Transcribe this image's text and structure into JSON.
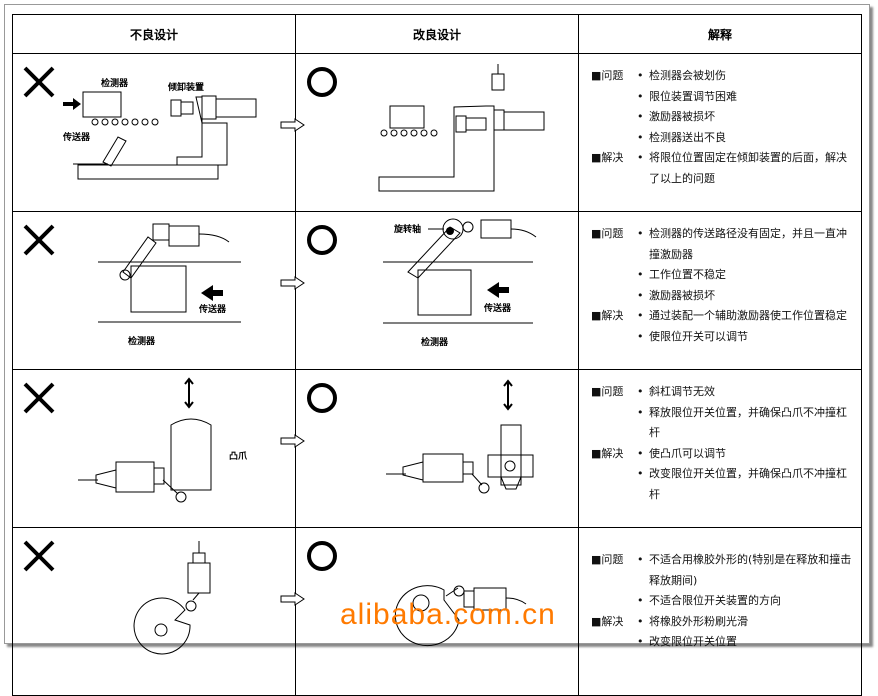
{
  "headers": {
    "bad": "不良设计",
    "good": "改良设计",
    "explain": "解释"
  },
  "labels": {
    "problem": "■问题",
    "solution": "■解决"
  },
  "diagram_labels": {
    "detector": "检测器",
    "dumper": "倾卸装置",
    "conveyor": "传送器",
    "pivot": "旋转轴",
    "cam": "凸爪"
  },
  "rows": [
    {
      "problems": [
        "检测器会被划伤",
        "限位装置调节困难",
        "激励器被损坏",
        "检测器送出不良"
      ],
      "solutions": [
        "将限位位置固定在倾卸装置的后面，解决了以上的问题"
      ]
    },
    {
      "problems": [
        "检测器的传送路径没有固定，并且一直冲撞激励器",
        "工作位置不稳定",
        "激励器被损坏"
      ],
      "solutions": [
        "通过装配一个辅助激励器使工作位置稳定",
        "使限位开关可以调节"
      ]
    },
    {
      "problems": [
        "斜杠调节无效",
        "释放限位开关位置，并确保凸爪不冲撞杠杆"
      ],
      "solutions": [
        "使凸爪可以调节",
        "改变限位开关位置，并确保凸爪不冲撞杠杆"
      ]
    },
    {
      "problems": [
        "不适合用橡胶外形的(特别是在释放和撞击释放期间)",
        "不适合限位开关装置的方向"
      ],
      "solutions": [
        "将橡胶外形粉刷光滑",
        "改变限位开关位置"
      ]
    }
  ],
  "watermark": "alibaba.com.cn"
}
